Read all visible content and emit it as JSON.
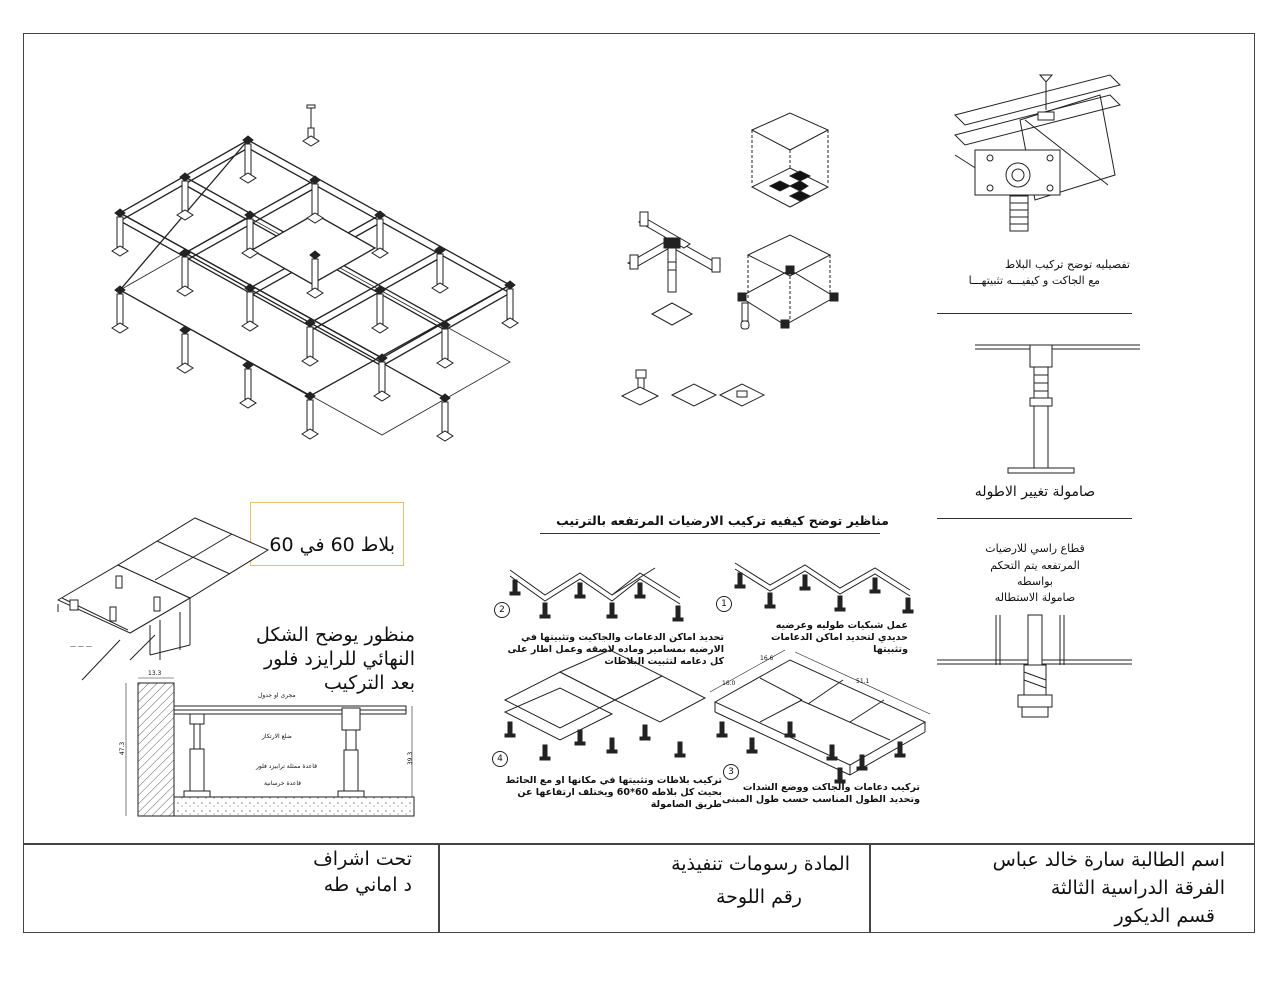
{
  "top_right": {
    "detail_caption_l1": "تفصيليه توضح تركيب البلاط",
    "detail_caption_l2": "مع الجاكت و كيفيـــه تثبيتهـــا",
    "nut_caption": "صامولة تغيير الاطوله",
    "section_caption_l1": "قطاع راسي للارضيات",
    "section_caption_l2": "المرتفعه يتم التحكم",
    "section_caption_l3": "بواسطه",
    "section_caption_l4": "صامولة الاستطاله"
  },
  "left": {
    "tile_label": "بلاط 60 في 60",
    "perspective_l1": "منظور يوضح الشكل",
    "perspective_l2": "النهائي للرايزد فلور",
    "perspective_l3": "بعد التركيب",
    "section_dims": {
      "d1": "13.3",
      "d2": "47.3",
      "d3": "39.3"
    },
    "section_notes": [
      "مجرى او جدول",
      "ضلع الارتكاز",
      "قاعدة ممثلة ترابيزد فلور",
      "قاعدة خرسانية"
    ]
  },
  "center": {
    "heading": "مناظير توضح كيفيه تركيب الارضيات المرتفعه بالترتيب",
    "step1": "عمل شبكيات طوليه وعرضيه حديدي لتحديد اماكن الدعامات وتثبيتها",
    "step2": "تحديد اماكن الدعامات والجاكيت وتثبيتها في الارضيه بمسامير وماده لاصقه وعمل اطار على كل دعامه لتثبيت البلاطات",
    "step3": "تركيب دعامات والجاكت ووضع الشدات وتحديد الطول المناسب حسب طول المبنى",
    "step4": "تركيب بلاطات وتثبيتها في مكانها او مع الحائط بحيث كل بلاطه 60*60 ويختلف ارتفاعها عن طريق الصامولة",
    "num1": "1",
    "num2": "2",
    "num3": "3",
    "num4": "4",
    "dims": {
      "a": "16.6",
      "b": "16.0",
      "c": "51.1"
    }
  },
  "title_block": {
    "student": "اسم الطالبة سارة خالد عباس",
    "year": "الفرقة الدراسية الثالثة",
    "dept": "قسم الديكور",
    "subject": "المادة رسومات تنفيذية",
    "sheet_no": "رقم اللوحة",
    "supervision": "تحت اشراف",
    "supervisor": "د اماني طه"
  }
}
